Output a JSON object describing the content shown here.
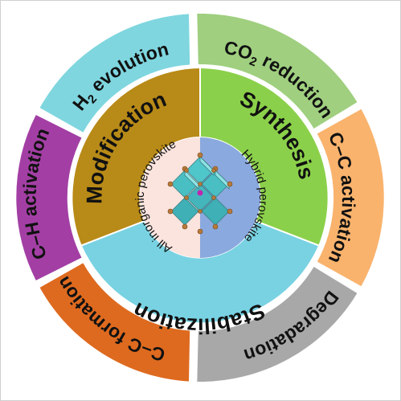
{
  "outer_ring": {
    "h2_evolution": {
      "text": "H",
      "sub": "2",
      "rest": " evolution",
      "color": "#7fd6df"
    },
    "co2_reduction": {
      "text": "CO",
      "sub": "2",
      "rest": " reduction",
      "color": "#9fcf7f"
    },
    "cc_activation": {
      "text": "C–C activation",
      "color": "#f9b36d"
    },
    "degradation": {
      "text": "Degradation",
      "color": "#a8a8a8"
    },
    "cc_formation": {
      "text": "C–C formation",
      "color": "#de6a1f"
    },
    "ch_activation": {
      "text": "C–H activation",
      "color": "#a33fa4"
    }
  },
  "middle_ring": {
    "modification": {
      "text": "Modification",
      "color": "#b88a17"
    },
    "synthesis": {
      "text": "Synthesis",
      "color": "#8bd04a"
    },
    "stabilization": {
      "text": "Stabilization",
      "color": "#78d2e2"
    }
  },
  "inner_circle": {
    "all_inorganic": {
      "text": "All inorganic perovskite",
      "color": "#fbe3de"
    },
    "hybrid": {
      "text": "Hybrid perovskite",
      "color": "#8aa9de"
    }
  },
  "center_icon": "perovskite-crystal-structure-icon"
}
